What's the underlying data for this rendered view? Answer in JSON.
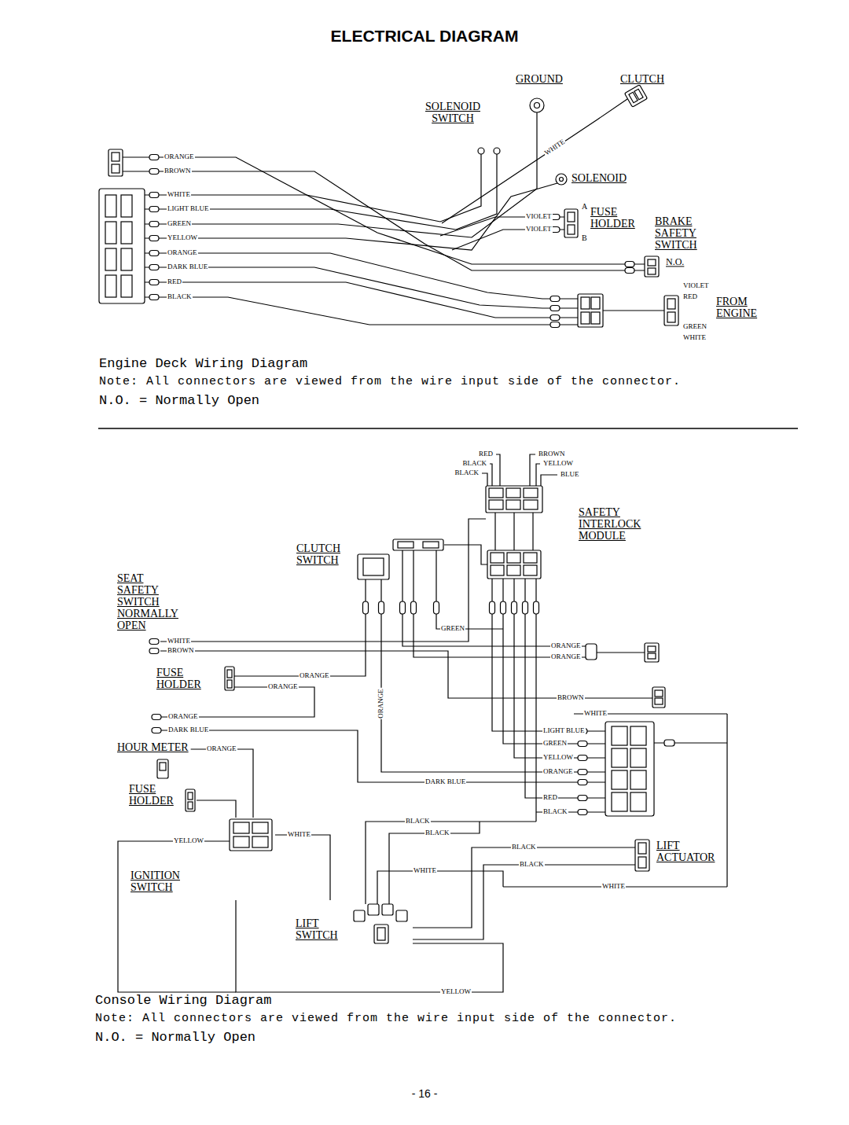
{
  "diagram": {
    "title": "ELECTRICAL DIAGRAM",
    "nodes": [
      {
        "text": [
          "GROUND"
        ]
      },
      {
        "text": [
          "CLUTCH"
        ]
      },
      {
        "text": [
          "SOLENOID SWITCH"
        ]
      },
      {
        "text": [
          "SOLENOID"
        ]
      },
      {
        "text": [
          "FUSE HOLDER"
        ]
      },
      {
        "text": [
          "BRAKE SAFETY SWITCH"
        ]
      },
      {
        "text": [
          "FROM ENGINE"
        ]
      },
      {
        "text": [
          "SAFETY INTERLOCK MODULE"
        ]
      },
      {
        "text": [
          "CLUTCH SWITCH"
        ]
      },
      {
        "text": [
          "SEAT SAFETY SWITCH NORMALLY OPEN"
        ]
      },
      {
        "text": [
          "FUSE HOLDER"
        ]
      },
      {
        "text": [
          "HOUR METER"
        ]
      },
      {
        "text": [
          "FUSE HOLDER"
        ]
      },
      {
        "text": [
          "IGNITION SWITCH"
        ]
      },
      {
        "text": [
          "LIFT SWITCH"
        ]
      },
      {
        "text": [
          "LIFT ACTUATOR"
        ]
      }
    ],
    "edges": [
      {
        "from": 8,
        "to": 7,
        "arrow": "none"
      },
      {
        "from": 14,
        "to": 15,
        "label": "BLACK",
        "arrow": "none"
      },
      {
        "from": 13,
        "to": 14,
        "label": "WHITE",
        "arrow": "none"
      },
      {
        "from": 13,
        "to": 11,
        "label": "ORANGE",
        "arrow": "none"
      },
      {
        "from": 13,
        "to": 12,
        "arrow": "none"
      },
      {
        "from": 13,
        "to": 14,
        "label": "YELLOW",
        "arrow": "none"
      },
      {
        "from": 14,
        "to": 15,
        "label": "BLACK",
        "arrow": "none"
      }
    ],
    "labels": [
      "ORANGE",
      "BROWN",
      "WHITE",
      "LIGHT BLUE",
      "GREEN",
      "YELLOW",
      "ORANGE",
      "DARK BLUE",
      "RED",
      "BLACK",
      "WHITE",
      "VIOLET",
      "VIOLET",
      "A",
      "B",
      "N.O.",
      "VIOLET",
      "RED",
      "GREEN",
      "WHITE",
      "Engine Deck Wiring Diagram",
      "Note: All connectors are viewed from the wire input side of the connector.",
      "N.O. = Normally Open",
      "RED",
      "BROWN",
      "BLACK",
      "YELLOW",
      "BLACK",
      "BLUE",
      "GREEN",
      "WHITE",
      "BROWN",
      "ORANGE",
      "ORANGE",
      "ORANGE",
      "DARK BLUE",
      "ORANGE",
      "ORANGE",
      "ORANGE",
      "BROWN",
      "WHITE",
      "LIGHT BLUE",
      "GREEN",
      "YELLOW",
      "ORANGE",
      "DARK BLUE",
      "RED",
      "BLACK",
      "BLACK",
      "BLACK",
      "YELLOW",
      "WHITE",
      "WHITE",
      "Console Wiring Diagram",
      "Note: All connectors are viewed from the wire input side of the connector.",
      "N.O. = Normally Open",
      "- 16 -"
    ]
  }
}
